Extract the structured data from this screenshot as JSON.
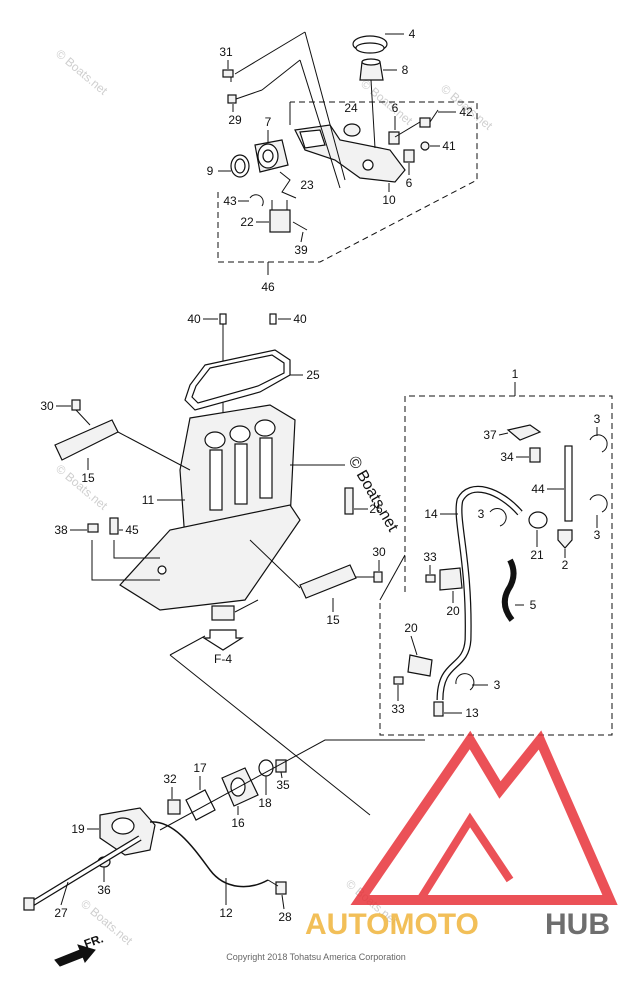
{
  "watermark": "© Boats.net",
  "center_watermark": "© Boats.net",
  "copyright": "Copyright 2018 Tohatsu America Corporation",
  "fr_label": "FR.",
  "f4_label": "F-4",
  "brand": {
    "part1": "AUTOMOTO",
    "part2": "HUB",
    "color_main": "#f0b43c",
    "color_hub": "#555555",
    "logo_color": "#e8333a"
  },
  "labels": {
    "p31": "31",
    "p4": "4",
    "p8": "8",
    "p29": "29",
    "p24": "24",
    "p6a": "6",
    "p42": "42",
    "p7": "7",
    "p41": "41",
    "p9": "9",
    "p23": "23",
    "p6b": "6",
    "p43": "43",
    "p10": "10",
    "p22": "22",
    "p39": "39",
    "p46": "46",
    "p40a": "40",
    "p40b": "40",
    "p25": "25",
    "p1": "1",
    "p30a": "30",
    "p37": "37",
    "p3a": "3",
    "p34": "34",
    "p15a": "15",
    "p11": "11",
    "p44": "44",
    "p26": "26",
    "p14": "14",
    "p3b": "3",
    "p3c": "3",
    "p38": "38",
    "p45": "45",
    "p21": "21",
    "p30b": "30",
    "p2": "2",
    "p33a": "33",
    "p5": "5",
    "p20a": "20",
    "p15b": "15",
    "p20b": "20",
    "p3d": "3",
    "p33b": "33",
    "p13": "13",
    "p17": "17",
    "p32": "32",
    "p35": "35",
    "p18": "18",
    "p16": "16",
    "p19": "19",
    "p36": "36",
    "p27": "27",
    "p12": "12",
    "p28": "28"
  }
}
